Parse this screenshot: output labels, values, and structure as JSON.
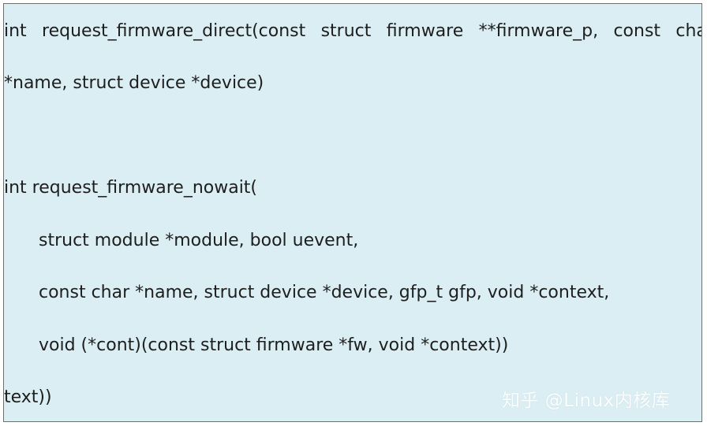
{
  "code": {
    "line1_words": [
      "int",
      "request_firmware_direct(const",
      "struct",
      "firmware",
      "**firmware_p,",
      "const",
      "char"
    ],
    "line2": "*name, struct device *device)",
    "line3": "int request_firmware_nowait(",
    "line4": "struct module *module, bool uevent,",
    "line5": "const char *name, struct device *device, gfp_t gfp, void *context,",
    "line6": "void (*cont)(const struct firmware *fw, void *context))",
    "line7": "text))"
  },
  "watermark": {
    "text": "知乎 @Linux内核库"
  },
  "colors": {
    "background": "#daeef4",
    "border": "#6f6f6f",
    "text": "#1e1e1e"
  }
}
